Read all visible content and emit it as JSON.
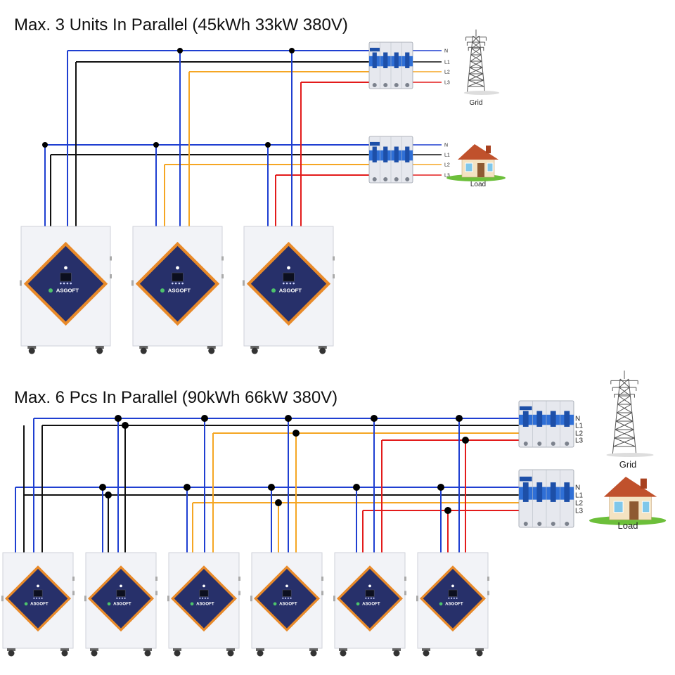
{
  "colors": {
    "neutral": "#1f3fd1",
    "l1": "#111111",
    "l2": "#f5a623",
    "l3": "#e31b1b",
    "panel_face": "#27306a",
    "panel_border": "#e88a2a",
    "cabinet": "#f2f3f7"
  },
  "sections": [
    {
      "title": "Max. 3 Units In Parallel (45kWh 33kW 380V)",
      "unit_count": 3,
      "grid_label": "Grid",
      "load_label": "Load"
    },
    {
      "title": "Max. 6 Pcs In Parallel (90kWh 66kW 380V)",
      "unit_count": 6,
      "grid_label": "Grid",
      "load_label": "Load"
    }
  ],
  "line_labels": [
    "N",
    "L1",
    "L2",
    "L3"
  ],
  "brand": "ASGOFT",
  "icons": [
    "transmission-tower-icon",
    "house-icon",
    "breaker-icon",
    "inverter-battery-unit"
  ]
}
